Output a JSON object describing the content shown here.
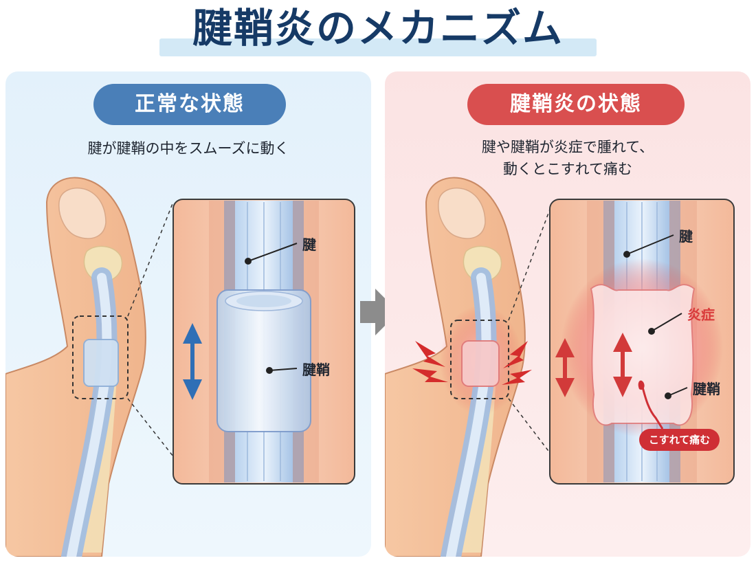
{
  "title": "腱鞘炎のメカニズム",
  "normal": {
    "heading": "正常な状態",
    "description": "腱が腱鞘の中をスムーズに動く",
    "label_tendon": "腱",
    "label_sheath": "腱鞘"
  },
  "inflamed": {
    "heading": "腱鞘炎の状態",
    "description_line1": "腱や腱鞘が炎症で腫れて、",
    "description_line2": "動くとこすれて痛む",
    "label_tendon": "腱",
    "label_inflammation": "炎症",
    "label_sheath": "腱鞘",
    "label_friction": "こすれて痛む"
  },
  "colors": {
    "normal_accent": "#4a7fb8",
    "inflamed_accent": "#d94f4f",
    "title_text": "#163a66",
    "arrow_blue": "#2f6fb6",
    "arrow_red": "#d23a3a"
  },
  "icons": {
    "transition": "arrow-right-icon",
    "movement_normal": "double-arrow-vertical-icon",
    "movement_inflamed": "double-arrow-vertical-icon",
    "pain_spark": "pain-spark-icon"
  }
}
